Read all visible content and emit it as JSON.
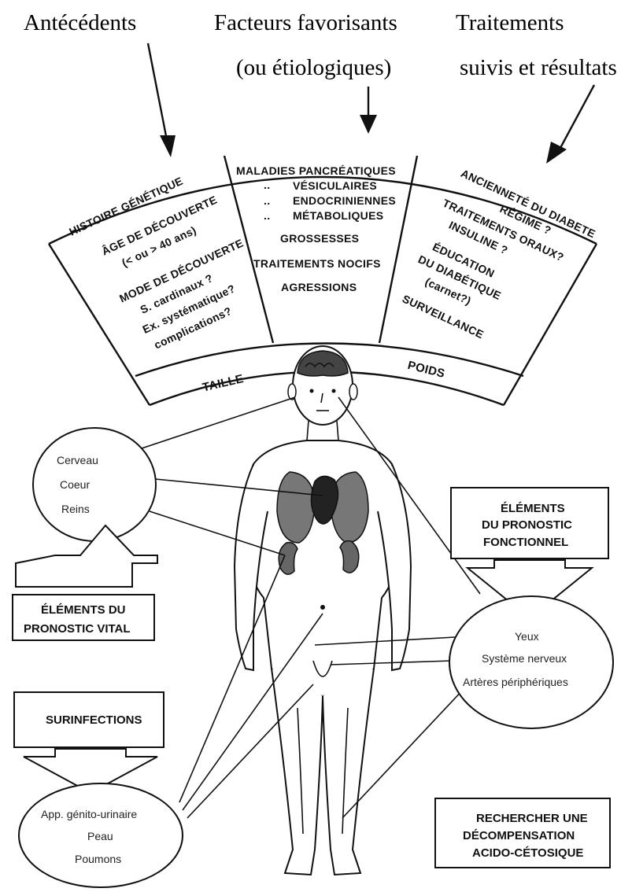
{
  "headers": {
    "antecedents": "Antécédents",
    "facteurs_line1": "Facteurs favorisants",
    "facteurs_line2": "(ou étiologiques)",
    "traitements_line1": "Traitements",
    "traitements_line2": "suivis et résultats"
  },
  "left_panel": [
    "HISTOIRE GÉNÉTIQUE",
    "ÂGE DE DÉCOUVERTE",
    "(< ou > 40 ans)",
    "MODE DE DÉCOUVERTE",
    "S. cardinaux ?",
    "Ex. systématique?",
    "complications?"
  ],
  "middle_panel": [
    "MALADIES PANCRÉATIQUES",
    "VÉSICULAIRES",
    "ENDOCRINIENNES",
    "MÉTABOLIQUES",
    "GROSSESSES",
    "TRAITEMENTS NOCIFS",
    "AGRESSIONS"
  ],
  "middle_ditto": "..",
  "right_panel": [
    "ANCIENNETÉ DU DIABETE",
    "RÉGIME ?",
    "TRAITEMENTS ORAUX?",
    "INSULINE ?",
    "ÉDUCATION",
    "DU DIABÉTIQUE",
    "(carnet?)",
    "SURVEILLANCE"
  ],
  "band": {
    "left": "TAILLE",
    "right": "POIDS"
  },
  "vital_circle": [
    "Cerveau",
    "Coeur",
    "Reins"
  ],
  "vital_box": [
    "ÉLÉMENTS DU",
    "PRONOSTIC VITAL"
  ],
  "functional_box": [
    "ÉLÉMENTS",
    "DU PRONOSTIC",
    "FONCTIONNEL"
  ],
  "functional_circle": [
    "Yeux",
    "Système nerveux",
    "Artères périphériques"
  ],
  "infection_box": "SURINFECTIONS",
  "infection_circle": [
    "App. génito-urinaire",
    "Peau",
    "Poumons"
  ],
  "decomp_box": [
    "RECHERCHER UNE",
    "DÉCOMPENSATION",
    "ACIDO-CÉTOSIQUE"
  ]
}
